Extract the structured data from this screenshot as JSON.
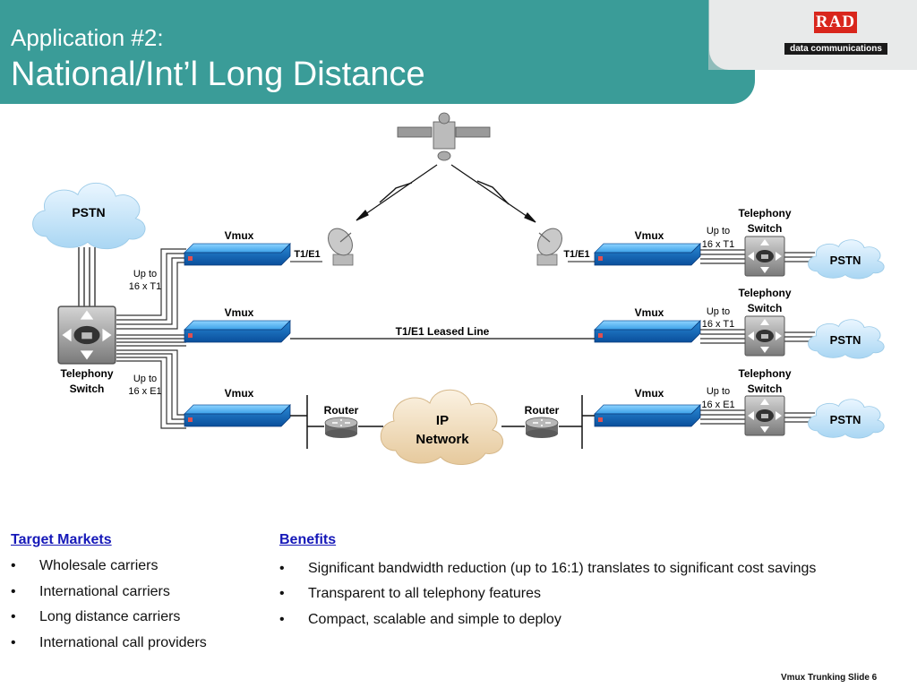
{
  "header": {
    "title_line1": "Application #2:",
    "title_line2": "National/Int’l Long Distance",
    "logo_text": "RAD",
    "logo_subtext": "data communications"
  },
  "diagram": {
    "pstn_left": "PSTN",
    "pstn_right": [
      "PSTN",
      "PSTN",
      "PSTN"
    ],
    "switch_left_label": [
      "Telephony",
      "Switch"
    ],
    "switch_right_label": [
      "Telephony",
      "Switch"
    ],
    "vmux": "Vmux",
    "capacity_left": [
      [
        "Up to",
        "16 x T1"
      ],
      [
        "Up to",
        "16 x E1"
      ]
    ],
    "capacity_right": [
      [
        "Up to",
        "16 x T1"
      ],
      [
        "Up to",
        "16 x T1"
      ],
      [
        "Up to",
        "16 x E1"
      ]
    ],
    "t1e1": "T1/E1",
    "leased_line": "T1/E1 Leased Line",
    "router": "Router",
    "ip_network": [
      "IP",
      "Network"
    ]
  },
  "target_markets": {
    "heading": "Target Markets",
    "items": [
      "Wholesale carriers",
      "International carriers",
      "Long distance carriers",
      "International call providers"
    ]
  },
  "benefits": {
    "heading": "Benefits",
    "items": [
      "Significant bandwidth reduction (up to 16:1) translates to significant cost savings",
      "Transparent to all telephony features",
      "Compact, scalable and simple to deploy"
    ]
  },
  "footer": {
    "text": "Vmux Trunking   Slide 6"
  },
  "colors": {
    "header": "#3a9c98",
    "logo_red": "#d9261c",
    "link_blue": "#1518b8",
    "vmux_blue": "#2a8ad6"
  }
}
